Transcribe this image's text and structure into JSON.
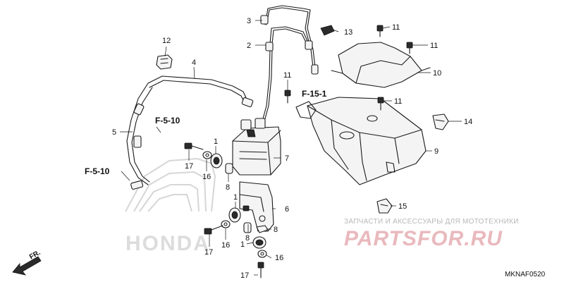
{
  "diagram": {
    "code": "MKNAF0520",
    "direction_label": "FR.",
    "watermark_brand": "HONDA",
    "shop_caption": "ЗАПЧАСТИ И АКСЕССУАРЫ ДЛЯ МОТОТЕХНИКИ",
    "shop_brand": "PARTSFOR.RU",
    "refs": {
      "f_15_1": "F-15-1",
      "f_5_10_upper": "F-5-10",
      "f_5_10_lower": "F-5-10"
    },
    "callouts": {
      "n1_a": "1",
      "n1_b": "1",
      "n1_c": "1",
      "n2": "2",
      "n3": "3",
      "n4": "4",
      "n5": "5",
      "n6": "6",
      "n7": "7",
      "n8_a": "8",
      "n8_b": "8",
      "n8_c": "8",
      "n9": "9",
      "n10": "10",
      "n11_a": "11",
      "n11_b": "11",
      "n11_c": "11",
      "n11_d": "11",
      "n12": "12",
      "n13": "13",
      "n14": "14",
      "n15": "15",
      "n16_a": "16",
      "n16_b": "16",
      "n16_c": "16",
      "n17_a": "17",
      "n17_b": "17",
      "n17_c": "17"
    }
  }
}
